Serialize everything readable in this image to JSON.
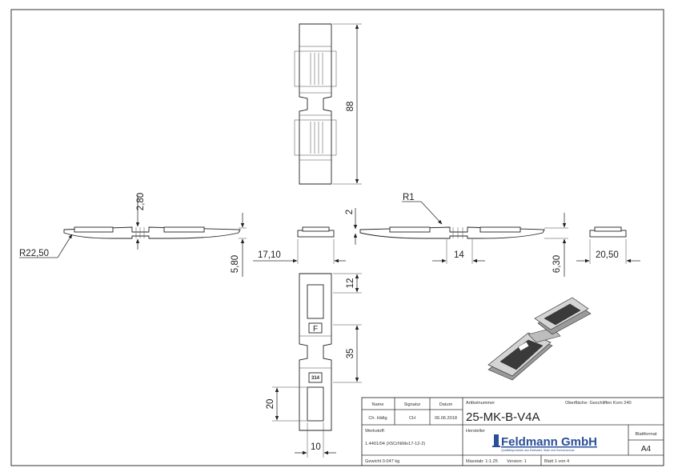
{
  "dimensions": {
    "top_length": "88",
    "thickness_left": "2,80",
    "radius_left": "R22,50",
    "height_left": "5,80",
    "side_width": "17,10",
    "thickness_right": "2",
    "radius_right": "R1",
    "slot_width": "14",
    "height_right": "6,30",
    "end_width": "20,50",
    "bottom_12": "12",
    "bottom_35": "35",
    "bottom_20": "20",
    "bottom_10": "10"
  },
  "part_marks": {
    "letter": "F",
    "number": "314"
  },
  "title_block": {
    "h_name": "Name",
    "h_signature": "Signatur",
    "h_date": "Datum",
    "name": "Ch. Häfig",
    "signature": "CH",
    "date": "06.06.2018",
    "article_label": "Artikelnummer",
    "article_number": "25-MK-B-V4A",
    "surface": "Oberfläche: Geschliffen Korn 240",
    "material_label": "Werkstoff:",
    "material": "1.4401/04 (X5CrNiMo17-12-2)",
    "manufacturer_label": "Hersteller",
    "logo_text": "Feldmann GmbH",
    "logo_tagline": "Qualitätsprodukte aus Edelstahl, Stahl und Sonnenschutz",
    "format_label": "Blattformat",
    "format": "A4",
    "weight": "Gewicht 0.047 kg",
    "scale": "Masstab: 1:1.25",
    "version": "Version:   1",
    "sheet": "Blatt 1 von 4"
  },
  "colors": {
    "line": "#333333",
    "logo_blue": "#2a4f9a",
    "part_dark": "#3a3a3a",
    "part_metal": "#c8c8c8"
  }
}
